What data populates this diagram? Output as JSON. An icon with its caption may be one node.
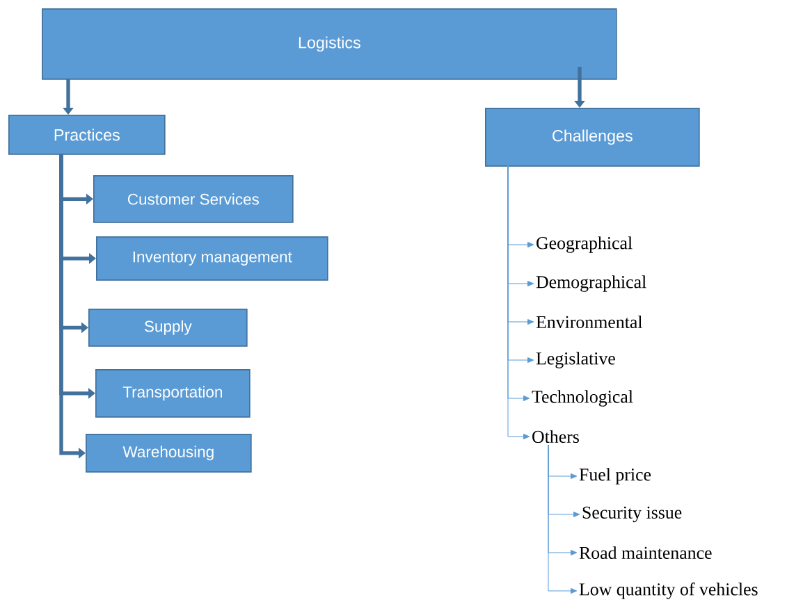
{
  "diagram": {
    "nodes": [
      {
        "text": [
          "Logistics"
        ]
      },
      {
        "text": [
          "Practices"
        ]
      },
      {
        "text": [
          "Challenges"
        ]
      },
      {
        "text": [
          "Customer Services"
        ]
      },
      {
        "text": [
          "Inventory management"
        ]
      },
      {
        "text": [
          "Supply"
        ]
      },
      {
        "text": [
          "Transportation"
        ]
      },
      {
        "text": [
          "Warehousing"
        ]
      },
      {
        "text": [
          "Geographical"
        ]
      },
      {
        "text": [
          "Demographical"
        ]
      },
      {
        "text": [
          "Environmental"
        ]
      },
      {
        "text": [
          "Legislative"
        ]
      },
      {
        "text": [
          "Technological"
        ]
      },
      {
        "text": [
          "Others"
        ]
      },
      {
        "text": [
          "Fuel price"
        ]
      },
      {
        "text": [
          "Security issue"
        ]
      },
      {
        "text": [
          "Road maintenance"
        ]
      },
      {
        "text": [
          "Low quantity of vehicles"
        ]
      }
    ],
    "edges": [
      {
        "from": 0,
        "to": 1,
        "arrow": "to",
        "style": "thick"
      },
      {
        "from": 0,
        "to": 2,
        "arrow": "to",
        "style": "thick"
      },
      {
        "from": 1,
        "to": 3,
        "arrow": "to",
        "style": "thick"
      },
      {
        "from": 1,
        "to": 4,
        "arrow": "to",
        "style": "thick"
      },
      {
        "from": 1,
        "to": 5,
        "arrow": "to",
        "style": "thick"
      },
      {
        "from": 1,
        "to": 6,
        "arrow": "to",
        "style": "thick"
      },
      {
        "from": 1,
        "to": 7,
        "arrow": "to",
        "style": "thick"
      },
      {
        "from": 2,
        "to": 8,
        "arrow": "to"
      },
      {
        "from": 2,
        "to": 9,
        "arrow": "to"
      },
      {
        "from": 2,
        "to": 10,
        "arrow": "to"
      },
      {
        "from": 2,
        "to": 11,
        "arrow": "to"
      },
      {
        "from": 2,
        "to": 12,
        "arrow": "to"
      },
      {
        "from": 2,
        "to": 13,
        "arrow": "to"
      },
      {
        "from": 13,
        "to": 14,
        "arrow": "to"
      },
      {
        "from": 13,
        "to": 15,
        "arrow": "to"
      },
      {
        "from": 13,
        "to": 16,
        "arrow": "to"
      },
      {
        "from": 13,
        "to": 17,
        "arrow": "to"
      }
    ]
  }
}
